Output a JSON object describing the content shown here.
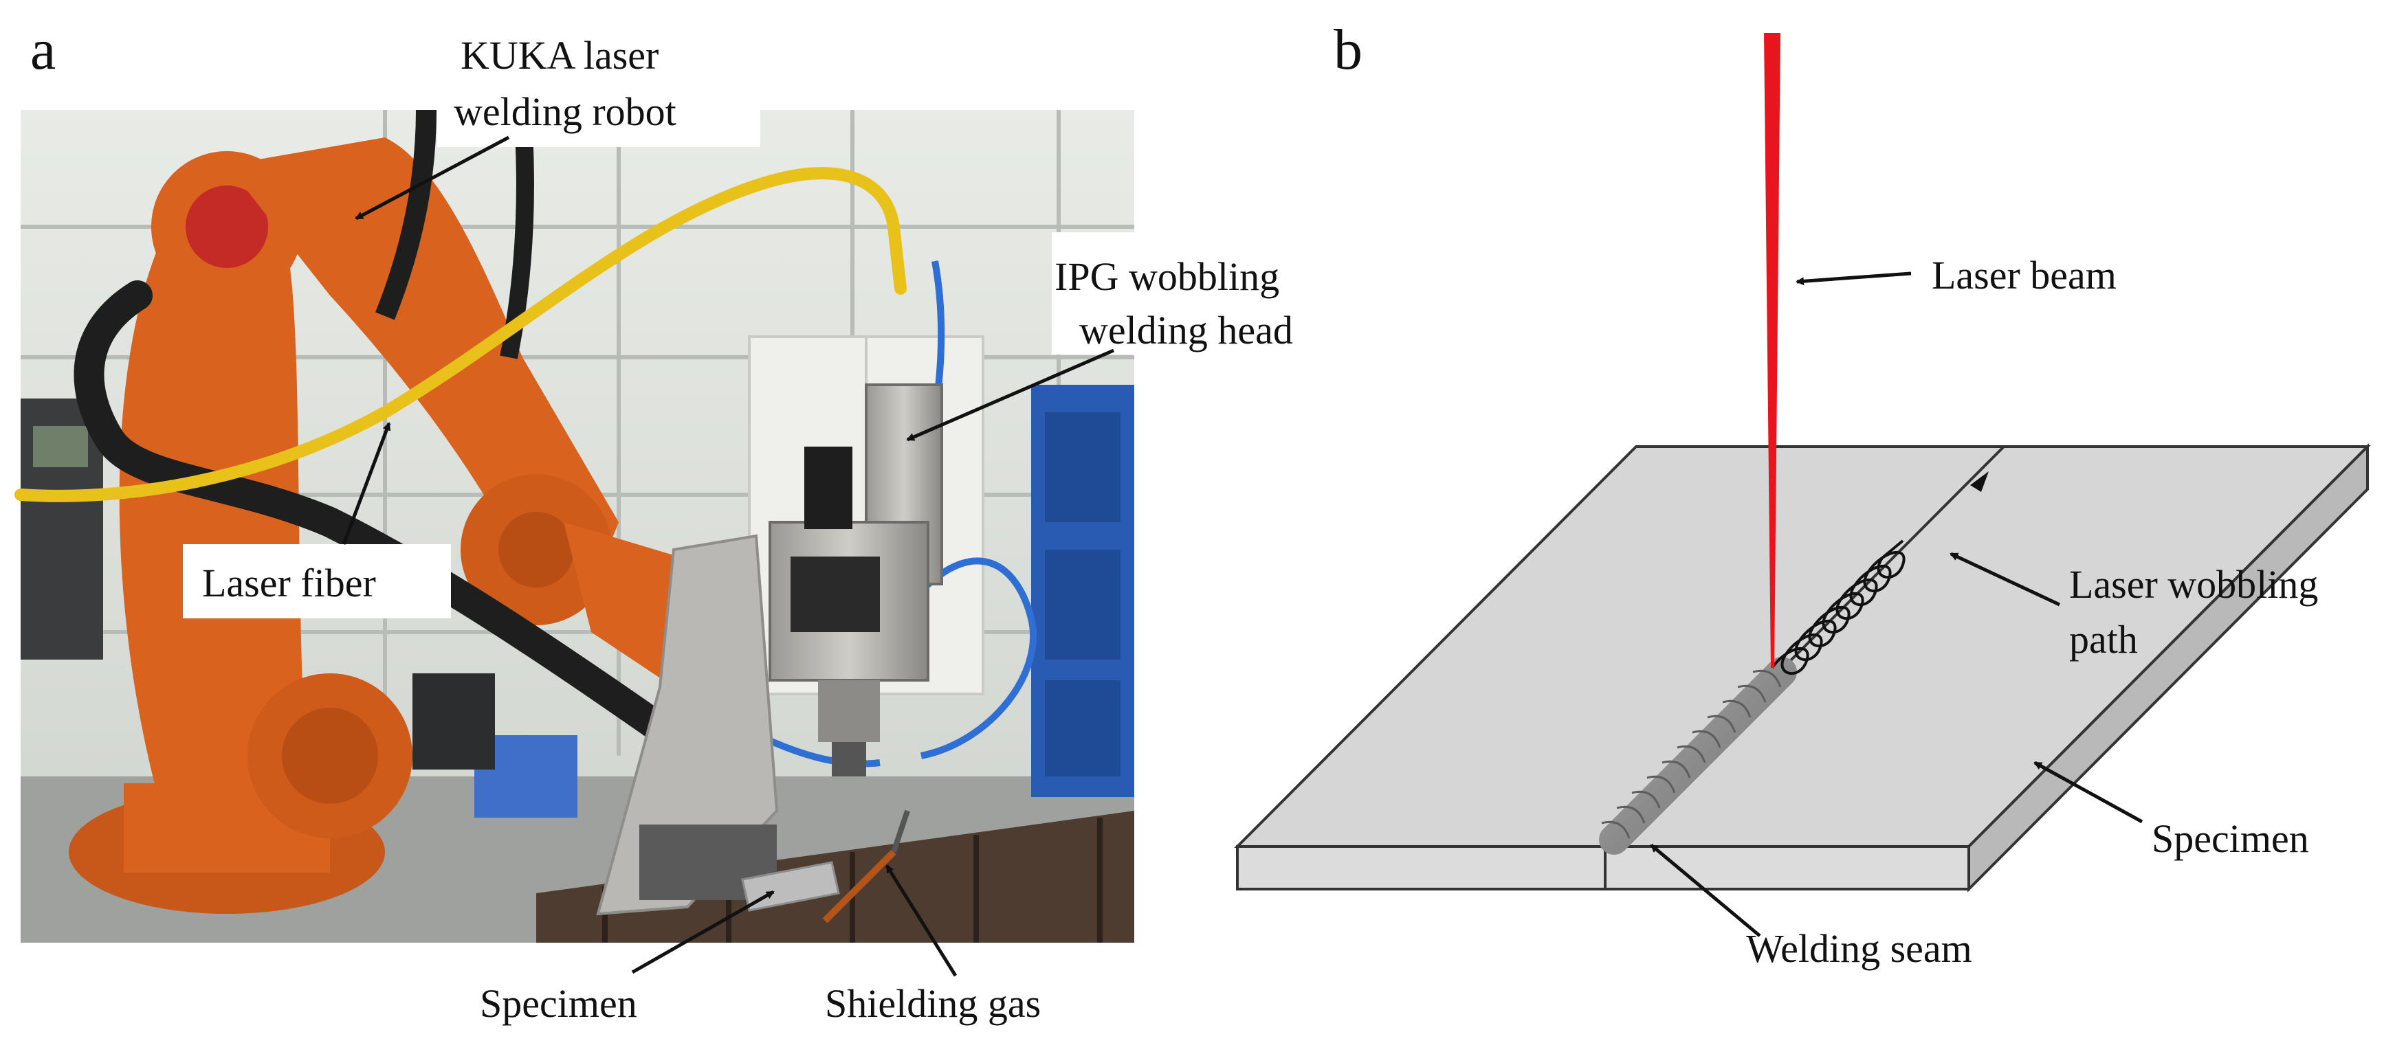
{
  "panels": {
    "a": {
      "letter": "a",
      "labels": {
        "robot_line1": "KUKA laser",
        "robot_line2": "welding robot",
        "head_line1": "IPG wobbling",
        "head_line2": "welding head",
        "fiber": "Laser fiber",
        "specimen": "Specimen",
        "shielding_gas": "Shielding gas"
      }
    },
    "b": {
      "letter": "b",
      "labels": {
        "laser_beam": "Laser beam",
        "wobble_line1": "Laser wobbling",
        "wobble_line2": "path",
        "specimen": "Specimen",
        "seam": "Welding seam"
      }
    }
  },
  "colors": {
    "robot_orange": "#d9621e",
    "fiber_yellow": "#e8c21a",
    "laser_red": "#e8141e",
    "plate_gray": "#d6d6d6",
    "seam_gray": "#8a8a8a"
  }
}
